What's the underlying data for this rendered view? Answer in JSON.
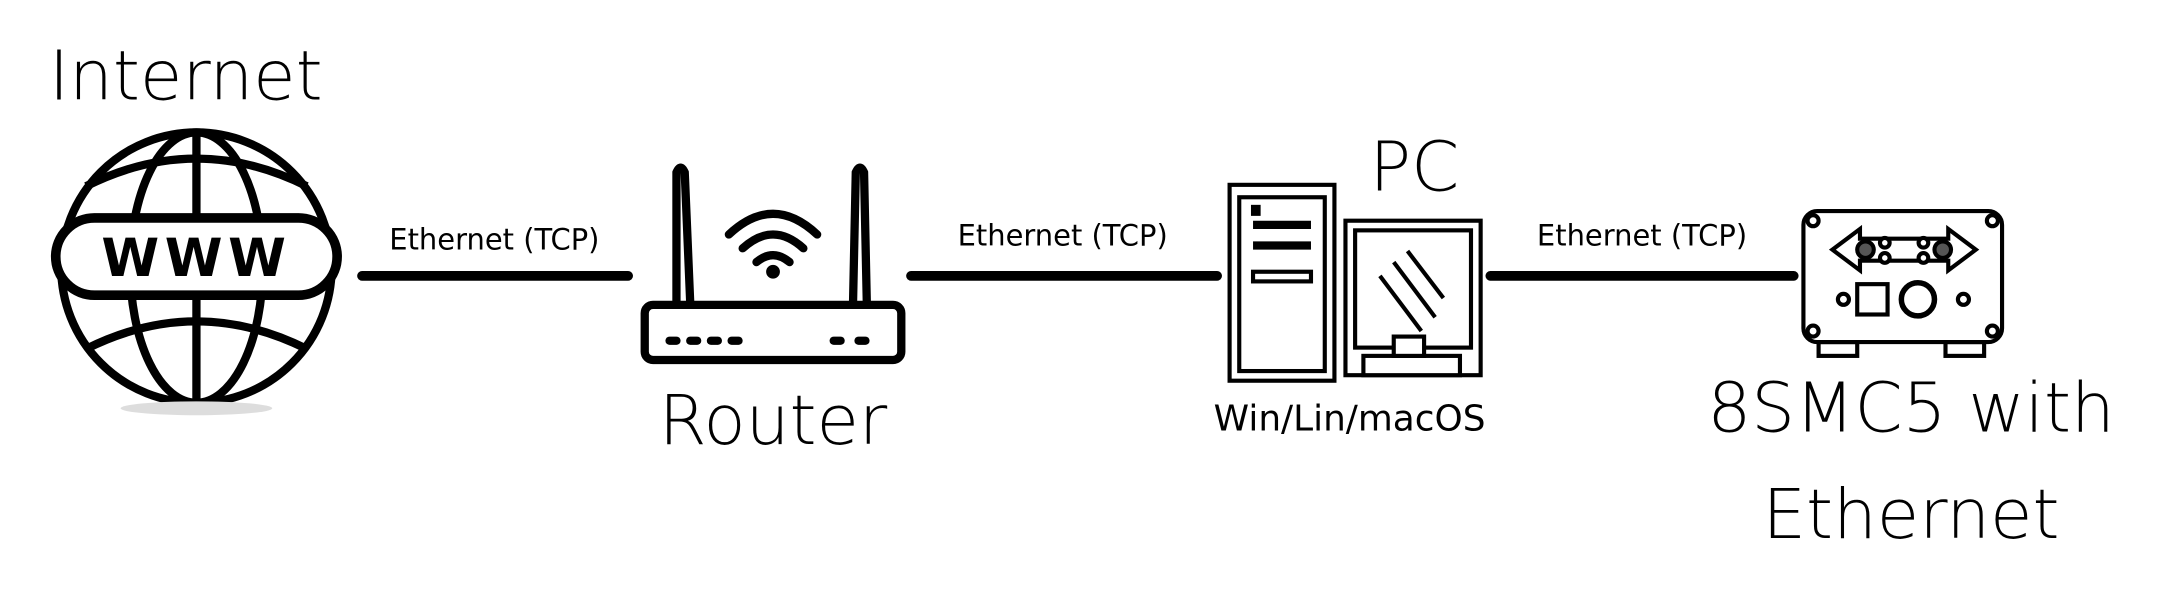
{
  "nodes": {
    "internet": {
      "label": "Internet",
      "icon": "globe-www-icon",
      "icon_text": "WWW"
    },
    "router": {
      "label": "Router",
      "icon": "wifi-router-icon"
    },
    "pc": {
      "label": "PC",
      "sublabel": "Win/Lin/macOS",
      "icon": "desktop-computer-icon"
    },
    "controller": {
      "label_line1": "8SMC5 with",
      "label_line2": "Ethernet",
      "icon": "controller-device-icon"
    }
  },
  "links": [
    {
      "from": "internet",
      "to": "router",
      "label": "Ethernet (TCP)"
    },
    {
      "from": "router",
      "to": "pc",
      "label": "Ethernet (TCP)"
    },
    {
      "from": "pc",
      "to": "controller",
      "label": "Ethernet (TCP)"
    }
  ]
}
